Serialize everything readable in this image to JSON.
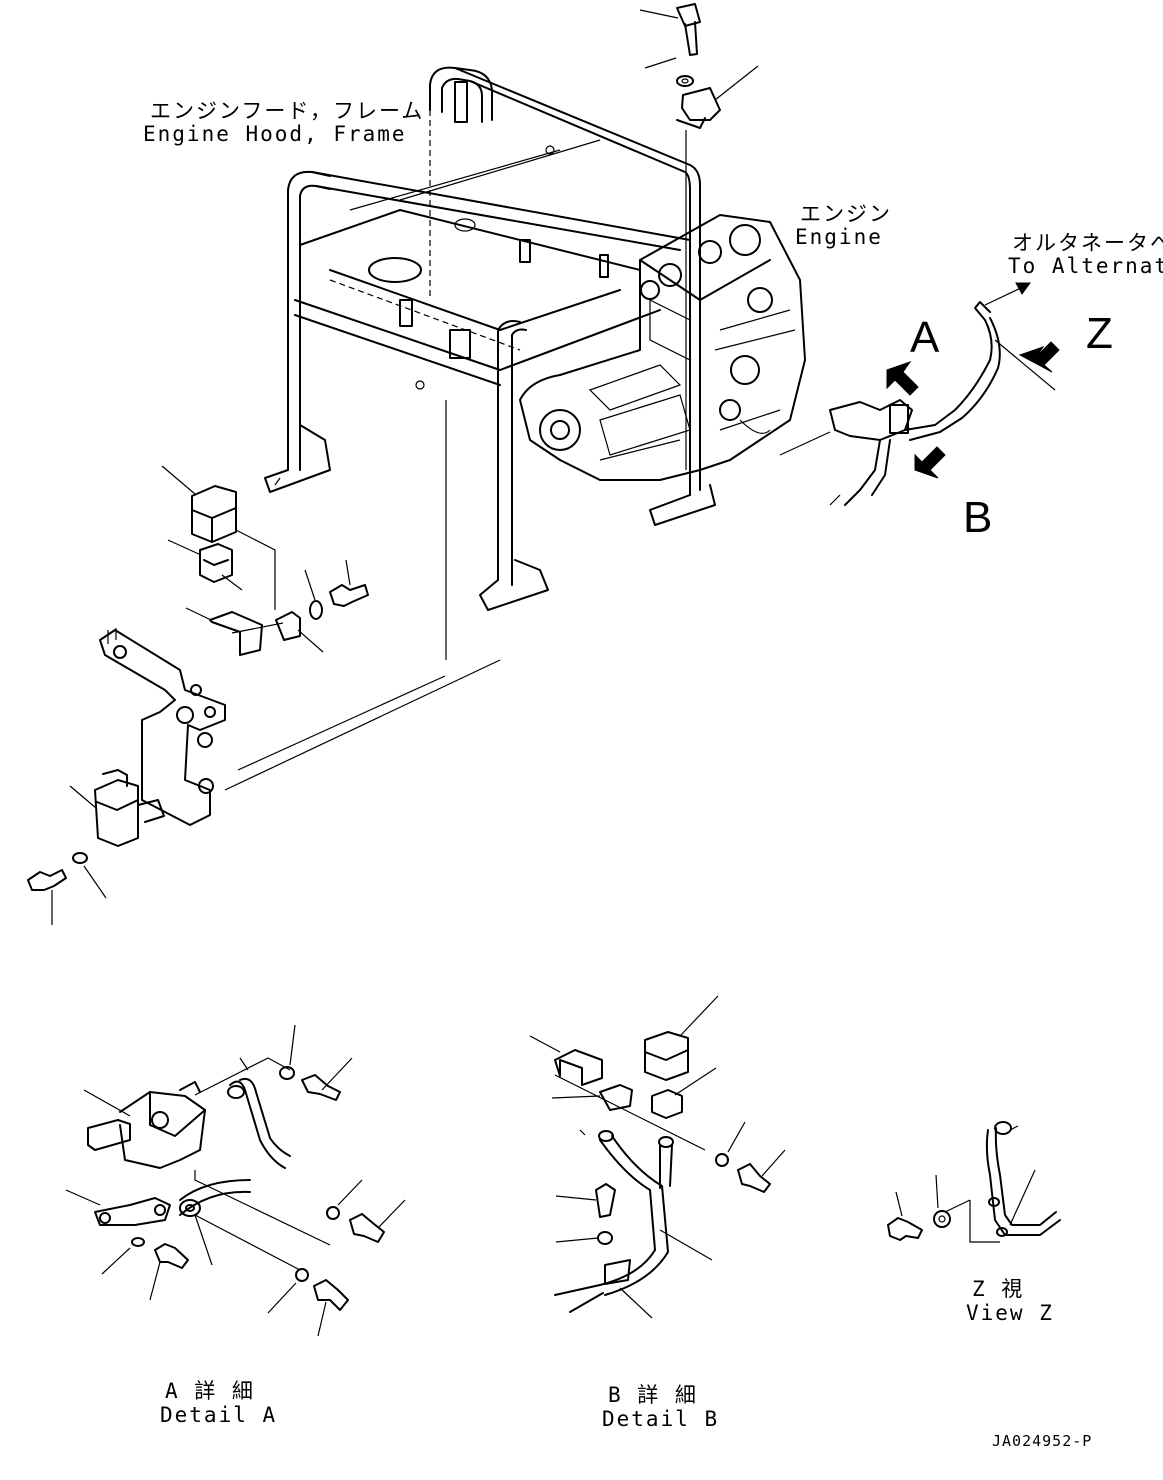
{
  "labels": {
    "hood_frame_jp": "エンジンフード，フレーム",
    "hood_frame_en": "Engine Hood, Frame",
    "engine_jp": "エンジン",
    "engine_en": "Engine",
    "alternator_jp": "オルタネータへ",
    "alternator_en": "To Alternator",
    "view_a": "A",
    "view_b": "B",
    "view_z": "Z",
    "detail_a_jp": "A 詳 細",
    "detail_a_en": "Detail A",
    "detail_b_jp": "B 詳 細",
    "detail_b_en": "Detail B",
    "view_z_jp": "Z 視",
    "view_z_en": "View Z",
    "drawing_code": "JA024952-P"
  }
}
